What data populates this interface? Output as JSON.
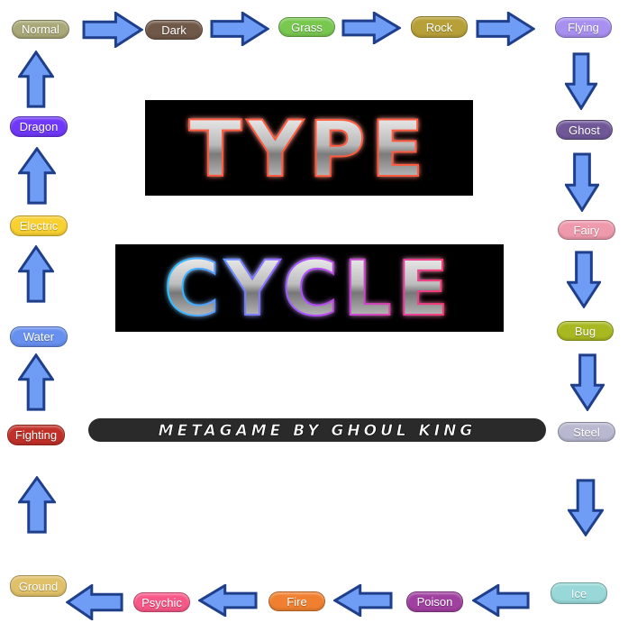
{
  "types": [
    {
      "id": "normal",
      "label": "Normal",
      "color": "#a8a878"
    },
    {
      "id": "dark",
      "label": "Dark",
      "color": "#705848"
    },
    {
      "id": "grass",
      "label": "Grass",
      "color": "#78c850"
    },
    {
      "id": "rock",
      "label": "Rock",
      "color": "#b8a038"
    },
    {
      "id": "flying",
      "label": "Flying",
      "color": "#a890f0"
    },
    {
      "id": "ghost",
      "label": "Ghost",
      "color": "#705898"
    },
    {
      "id": "fairy",
      "label": "Fairy",
      "color": "#ee99ac"
    },
    {
      "id": "bug",
      "label": "Bug",
      "color": "#a8b820"
    },
    {
      "id": "steel",
      "label": "Steel",
      "color": "#b8b8d0"
    },
    {
      "id": "ice",
      "label": "Ice",
      "color": "#98d8d8"
    },
    {
      "id": "poison",
      "label": "Poison",
      "color": "#a040a0"
    },
    {
      "id": "fire",
      "label": "Fire",
      "color": "#f08030"
    },
    {
      "id": "psychic",
      "label": "Psychic",
      "color": "#f85888"
    },
    {
      "id": "ground",
      "label": "Ground",
      "color": "#e0c068"
    },
    {
      "id": "fighting",
      "label": "Fighting",
      "color": "#c03028"
    },
    {
      "id": "water",
      "label": "Water",
      "color": "#6890f0"
    },
    {
      "id": "electric",
      "label": "Electric",
      "color": "#f8d030"
    },
    {
      "id": "dragon",
      "label": "Dragon",
      "color": "#7038f8"
    }
  ],
  "arrow_color": "#6f9cf4",
  "title": {
    "line1": "TYPE",
    "line2": "CYCLE",
    "subtitle": "METAGAME BY GHOUL KING"
  }
}
